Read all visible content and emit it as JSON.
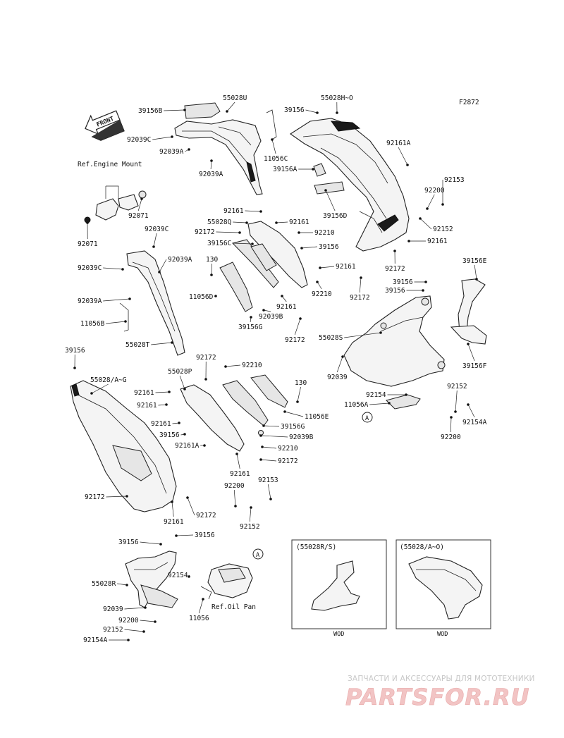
{
  "figure_code": "F2872",
  "front_arrow": "FRONT",
  "refs": {
    "engine_mount": "Ref.Engine Mount",
    "oil_pan": "Ref.Oil Pan"
  },
  "callout_a": "A",
  "inset_left": {
    "title": "(55028R/S)",
    "caption": "WOD"
  },
  "inset_right": {
    "title": "(55028/A~O)",
    "caption": "WOD"
  },
  "watermark": {
    "tagline": "ЗАПЧАСТИ И АКСЕССУАРЫ ДЛЯ МОТОТЕХНИКИ",
    "logo": "PARTSFOR.RU"
  },
  "labels": [
    "39156B",
    "55028U",
    "92039C",
    "92039A",
    "92039A",
    "11056C",
    "55028H~O",
    "39156",
    "92161A",
    "39156A",
    "39156D",
    "92200",
    "92153",
    "92152",
    "92161",
    "92172",
    "92071",
    "92071",
    "92039C",
    "92039C",
    "92039A",
    "92039A",
    "11056B",
    "55028T",
    "92161",
    "55028Q",
    "92172",
    "39156C",
    "92161",
    "92210",
    "39156",
    "130",
    "11056D",
    "92039B",
    "39156G",
    "92161",
    "92210",
    "92161",
    "92172",
    "92172",
    "39156",
    "39156",
    "39156E",
    "55028S",
    "92039",
    "39156F",
    "92154",
    "11056A",
    "92152",
    "92154A",
    "92200",
    "39156",
    "92172",
    "55028P",
    "92210",
    "55028/A~G",
    "92161",
    "92161",
    "130",
    "11056E",
    "92161",
    "39156G",
    "39156",
    "92039B",
    "92161A",
    "92210",
    "92161",
    "92172",
    "92200",
    "92153",
    "92172",
    "92172",
    "92161",
    "92152",
    "39156",
    "39156",
    "92154",
    "55028R",
    "92039",
    "11056",
    "92200",
    "92152",
    "92154A"
  ]
}
